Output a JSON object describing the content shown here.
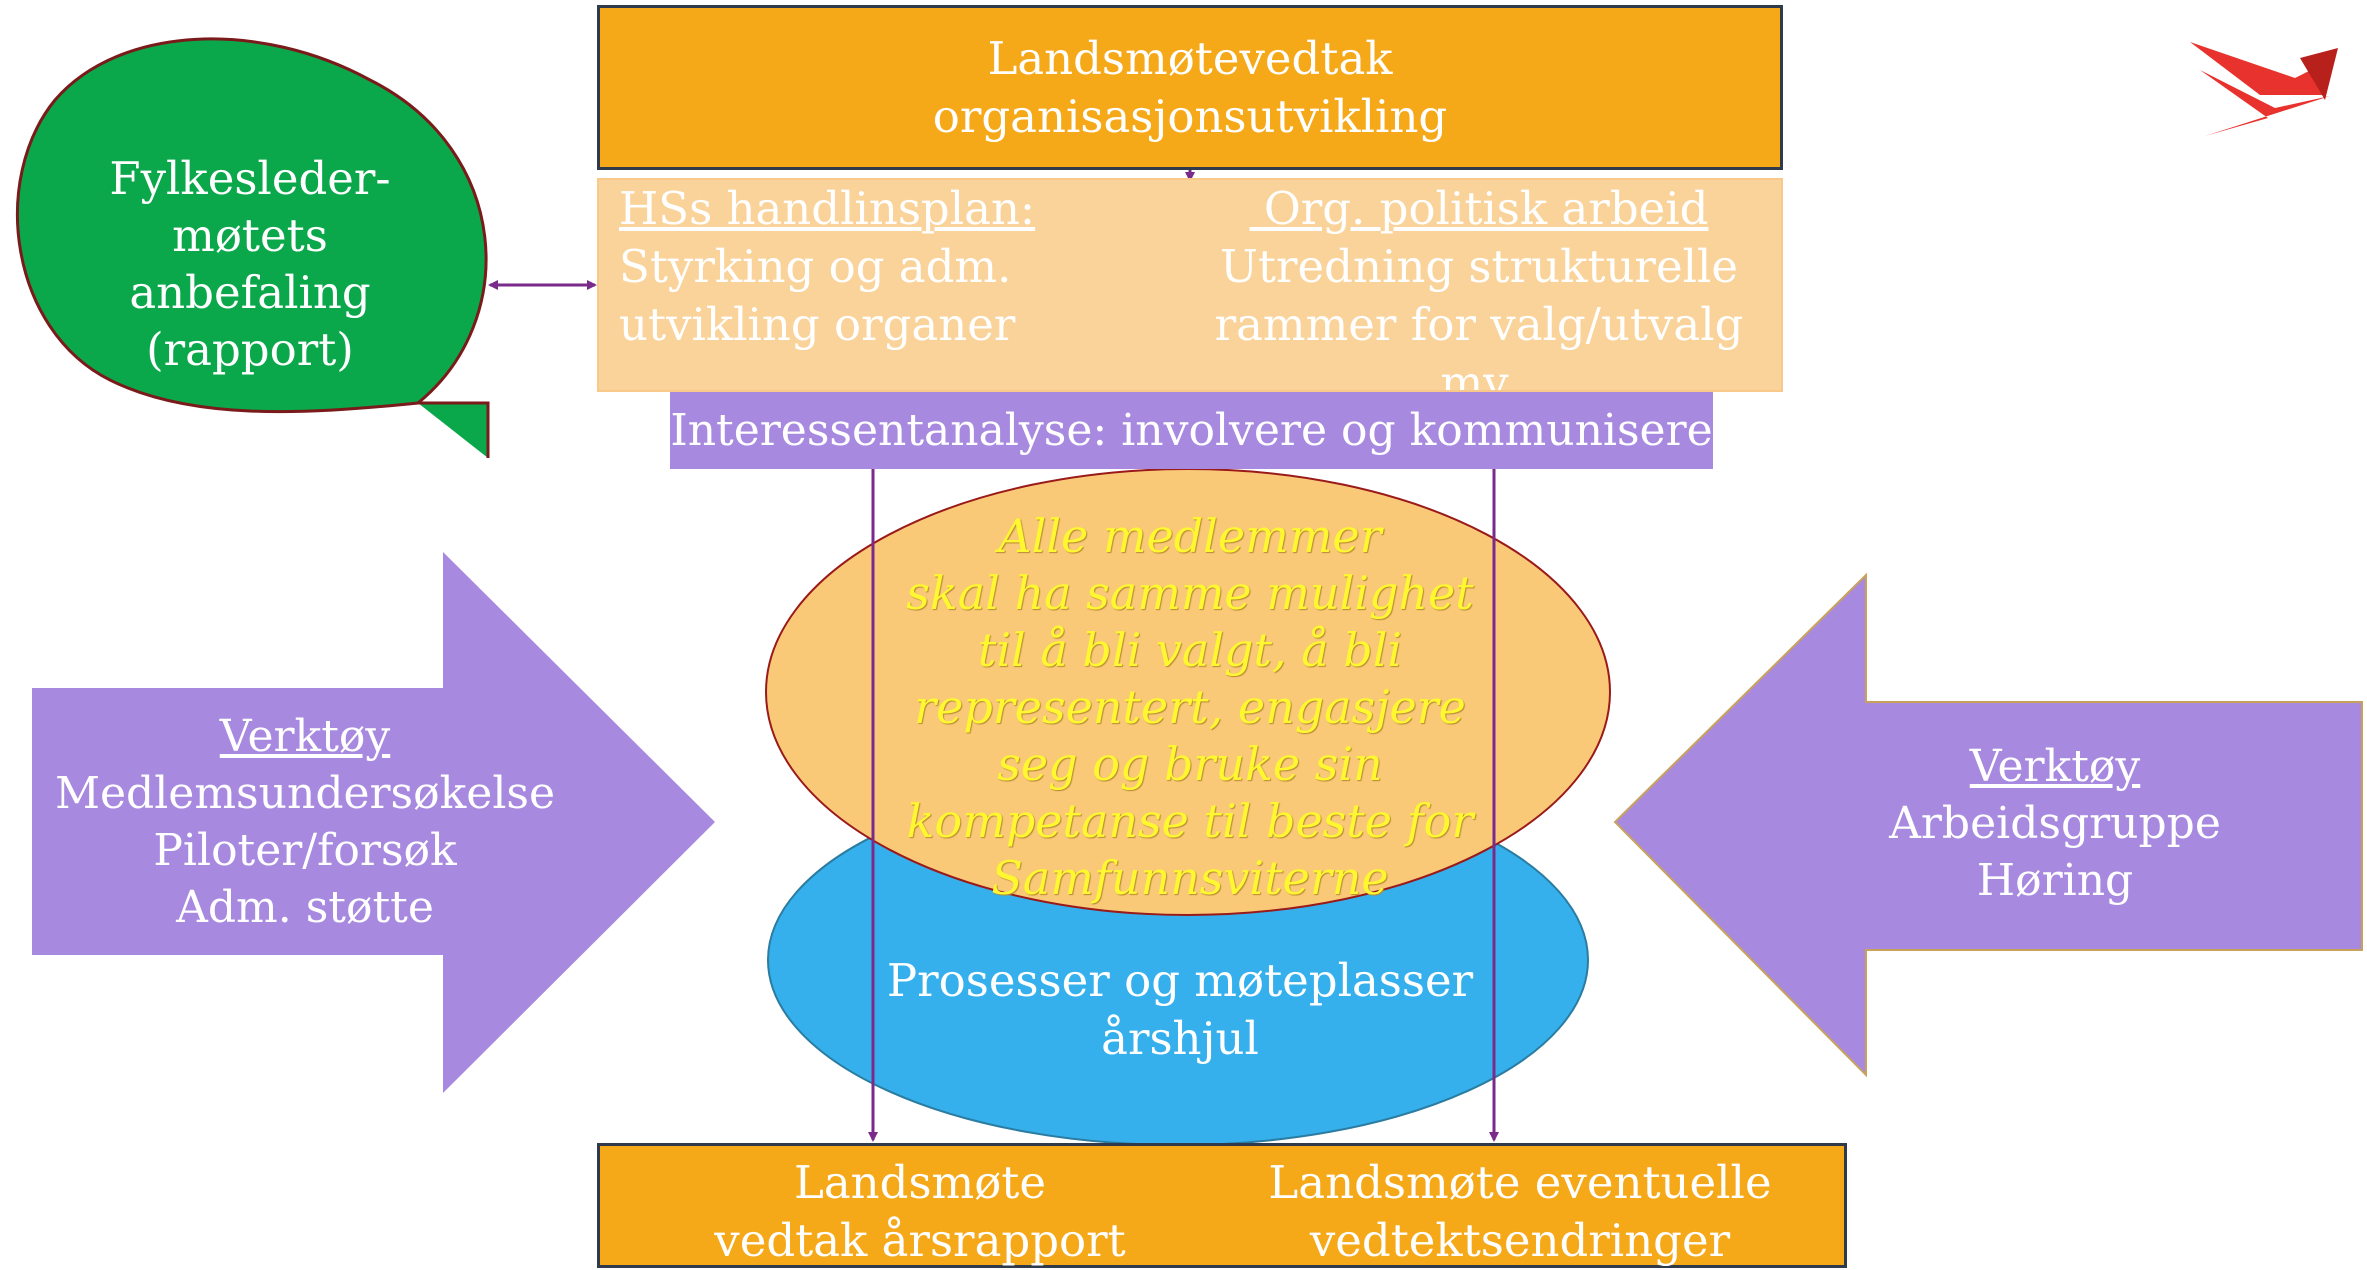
{
  "top_box": {
    "line1": "Landsmøtevedtak",
    "line2": "organisasjonsutvikling"
  },
  "plan_box": {
    "left": {
      "heading": "HSs handlinsplan:",
      "line1": "Styrking og adm.",
      "line2": "utvikling organer"
    },
    "right": {
      "heading": " Org. politisk arbeid",
      "line1": "Utredning strukturelle",
      "line2": "rammer for valg/utvalg",
      "line3": "mv."
    }
  },
  "stakeholder_bar": {
    "label": "Interessentanalyse: involvere og kommunisere"
  },
  "bubble": {
    "line1": "Fylkesleder-",
    "line2": "møtets",
    "line3": "anbefaling",
    "line4": "(rapport)"
  },
  "left_arrow": {
    "heading": "Verktøy",
    "line1": "Medlemsundersøkelse",
    "line2": "Piloter/forsøk",
    "line3": "Adm. støtte"
  },
  "right_arrow": {
    "heading": "Verktøy",
    "line1": "Arbeidsgruppe",
    "line2": "Høring"
  },
  "goal_ellipse": {
    "line1": "Alle medlemmer",
    "line2": "skal ha samme mulighet",
    "line3": "til å bli valgt, å bli",
    "line4": "representert, engasjere",
    "line5": "seg og bruke sin",
    "line6": "kompetanse til beste for",
    "line7": "Samfunnsviterne"
  },
  "process_ellipse": {
    "line1": "Prosesser og møteplasser",
    "line2": "årshjul"
  },
  "bottom_box": {
    "left_line1": "Landsmøte",
    "left_line2": "vedtak årsrapport",
    "right_line1": "Landsmøte eventuelle",
    "right_line2": "vedtektsendringer"
  },
  "colors": {
    "orange": "#f5a818",
    "light_orange": "#fad39a",
    "purple": "#a889e0",
    "green": "#0aa84a",
    "blue": "#35b0ec",
    "ellipse_orange": "#f9c978",
    "goal_text": "#fff830",
    "connector": "#7a2a8a",
    "logo_red": "#e8322e"
  }
}
